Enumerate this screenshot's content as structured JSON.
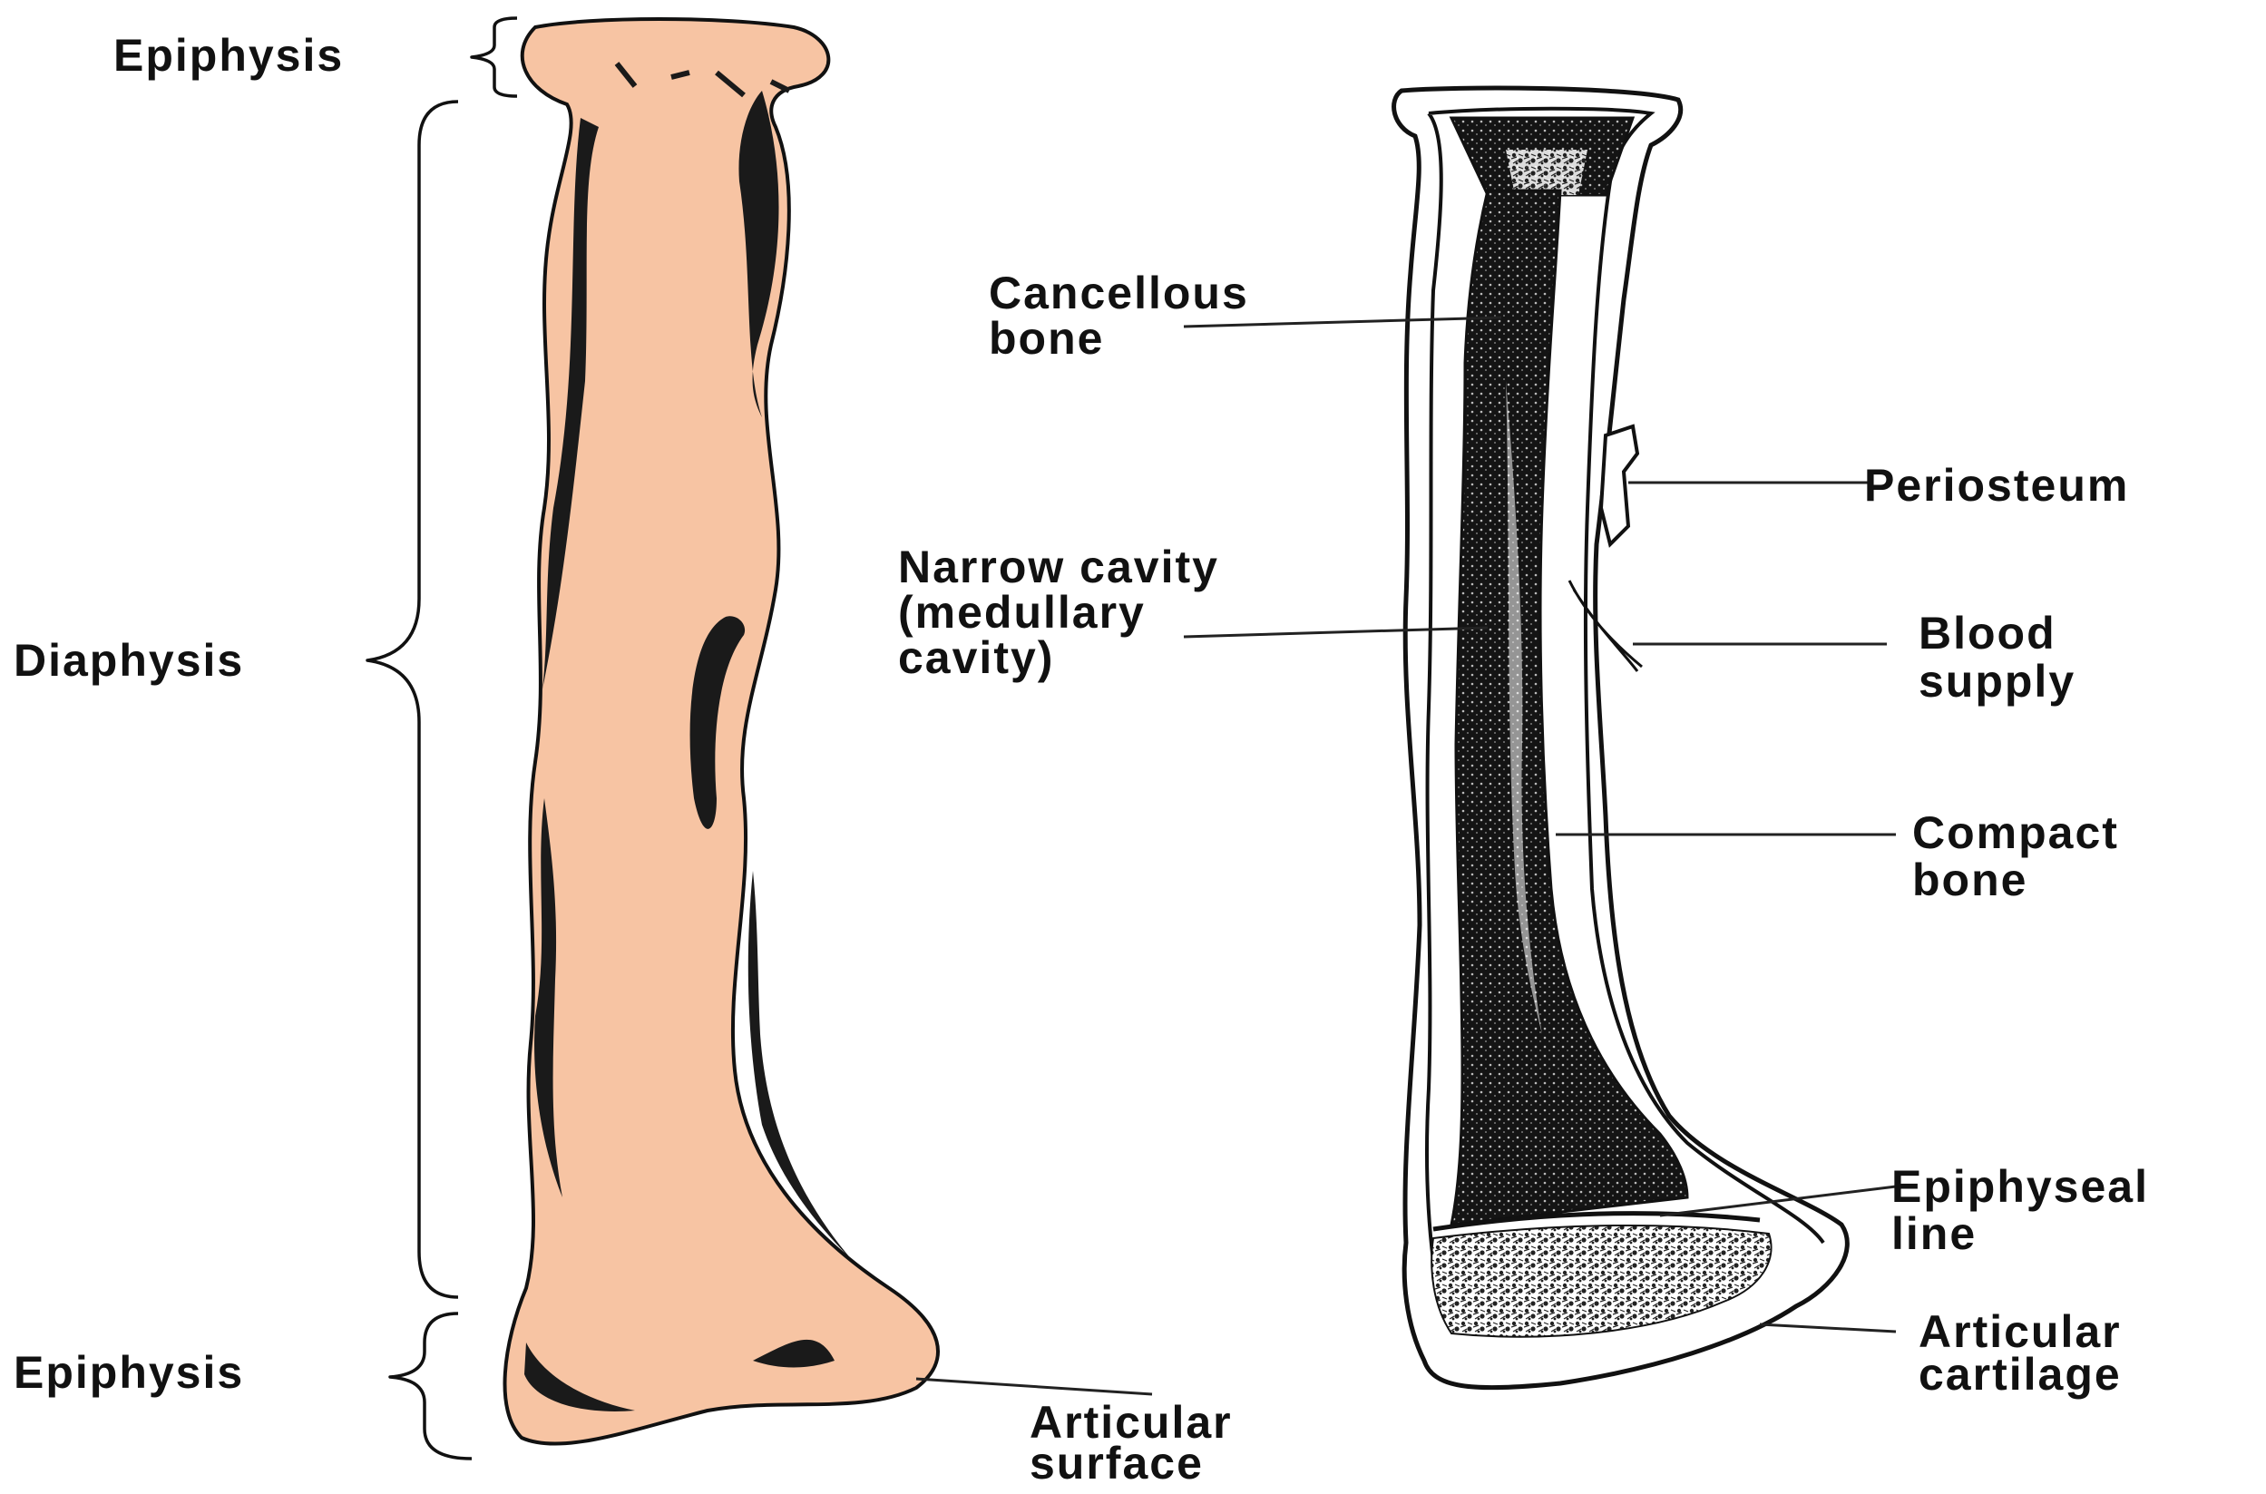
{
  "labels": {
    "epiphysis_top": "Epiphysis",
    "diaphysis": "Diaphysis",
    "epiphysis_bottom": "Epiphysis",
    "articular_surface_1": "Articular",
    "articular_surface_2": "surface",
    "cancellous_1": "Cancellous",
    "cancellous_2": "bone",
    "marrow_1": "Narrow cavity",
    "marrow_2": "(medullary",
    "marrow_3": "cavity)",
    "periosteum": "Periosteum",
    "blood_1": "Blood",
    "blood_2": "supply",
    "compact_1": "Compact",
    "compact_2": "bone",
    "epiphyseal_1": "Epiphyseal",
    "epiphyseal_2": "line",
    "cartilage_1": "Articular",
    "cartilage_2": "cartilage"
  },
  "colors": {
    "bone_fill": "#f7c4a3",
    "ink": "#111111",
    "background": "#ffffff"
  }
}
